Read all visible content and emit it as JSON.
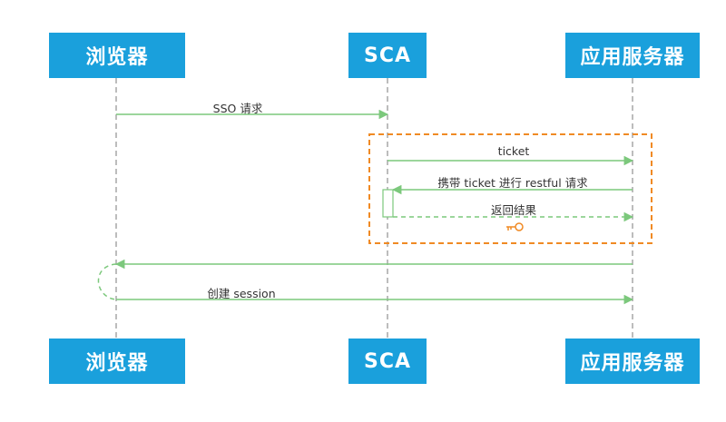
{
  "participants": [
    {
      "id": "browser",
      "label": "浏览器"
    },
    {
      "id": "sca",
      "label": "SCA"
    },
    {
      "id": "app",
      "label": "应用服务器"
    }
  ],
  "messages": [
    {
      "id": "sso",
      "label": "SSO 请求",
      "from": "browser",
      "to": "sca",
      "style": "solid"
    },
    {
      "id": "ticket",
      "label": "ticket",
      "from": "sca",
      "to": "app",
      "style": "solid"
    },
    {
      "id": "restful",
      "label": "携带 ticket 进行 restful 请求",
      "from": "app",
      "to": "sca",
      "style": "solid"
    },
    {
      "id": "result",
      "label": "返回结果",
      "from": "sca",
      "to": "app",
      "style": "dashed"
    },
    {
      "id": "back",
      "label": "",
      "from": "app",
      "to": "browser",
      "style": "solid"
    },
    {
      "id": "session",
      "label": "创建 session",
      "from": "browser",
      "to": "app",
      "style": "solid"
    }
  ],
  "colors": {
    "actor_fill": "#1aa0dc",
    "actor_text": "#ffffff",
    "message_line": "#7cc87c",
    "lifeline": "#999999",
    "fragment_border": "#f08a24",
    "key_icon": "#f08a24",
    "label_text": "#333333"
  },
  "icons": {
    "key": "key-icon"
  }
}
